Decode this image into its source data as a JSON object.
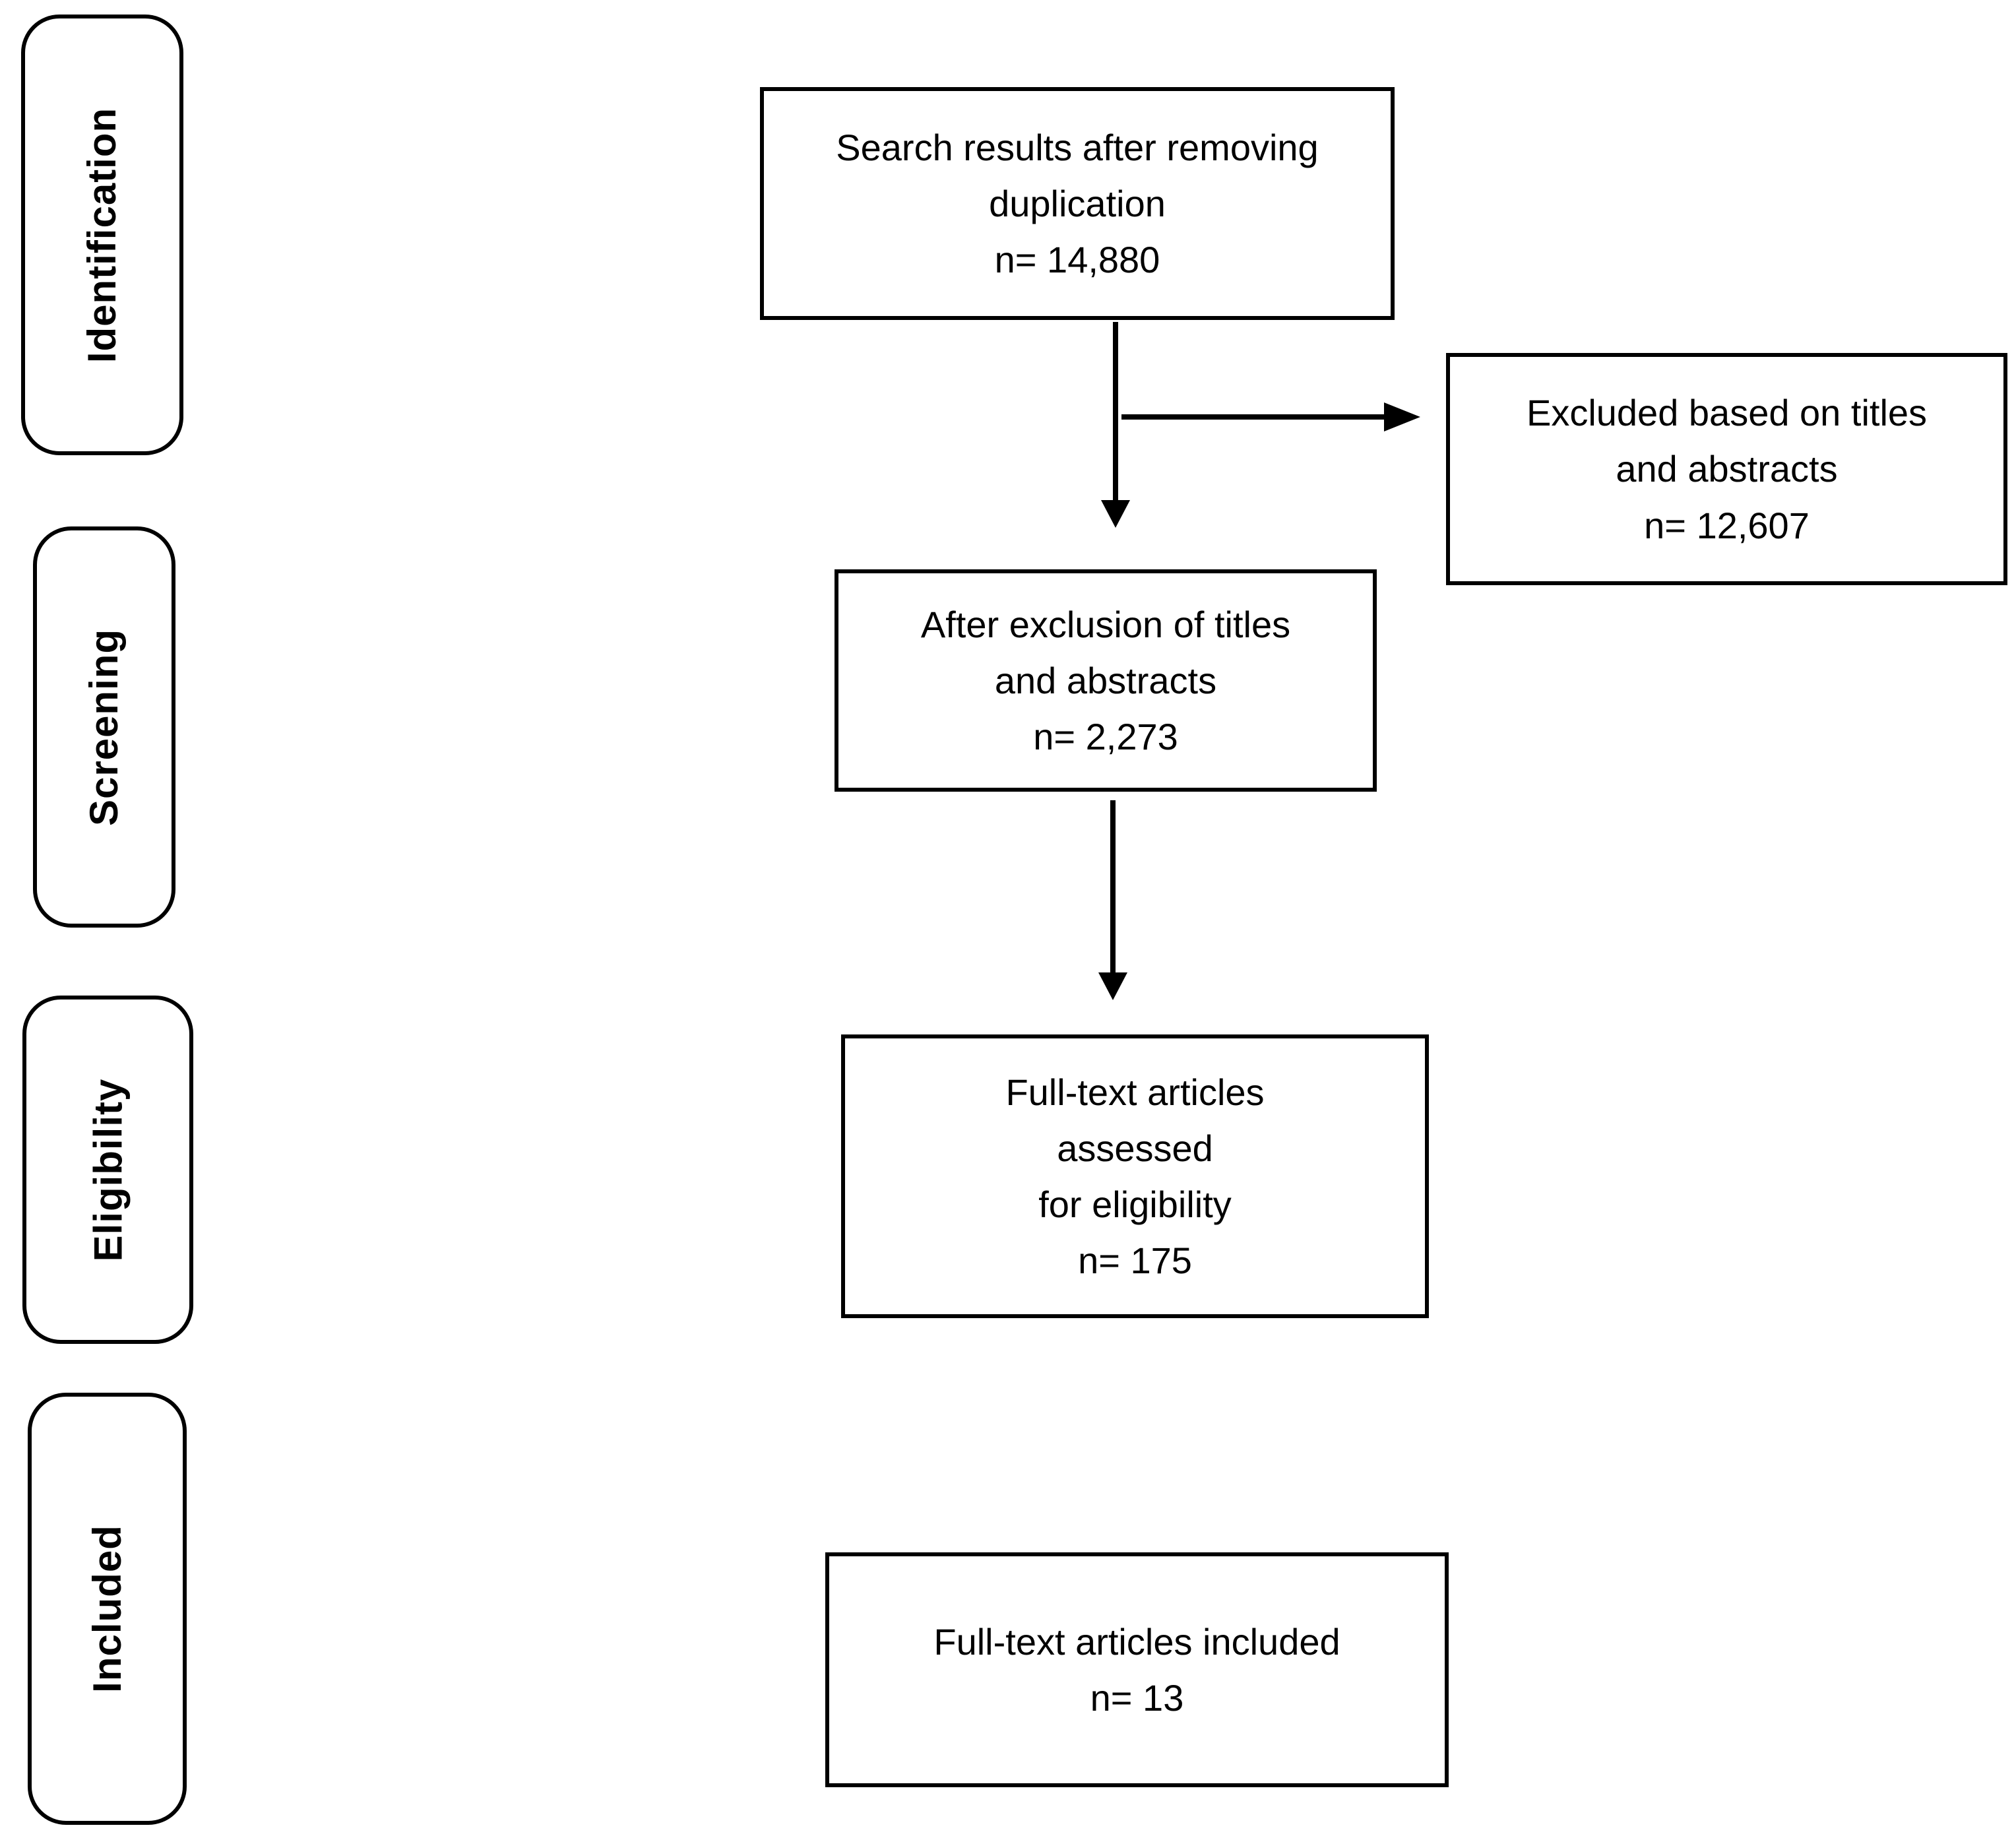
{
  "figure": {
    "type": "prisma_flow_diagram",
    "background_color": "#ffffff",
    "line_color": "#000000",
    "stage_labels": [
      {
        "label": "Identification"
      },
      {
        "label": "Screening"
      },
      {
        "label": "Eligibility"
      },
      {
        "label": "Included"
      }
    ],
    "flow_boxes": [
      {
        "name": "search-results",
        "text": "Search results after removing\nduplication\nn= 14,880"
      },
      {
        "name": "after-exclusion",
        "text": "After exclusion of titles\nand abstracts\nn= 2,273"
      },
      {
        "name": "full-text-assessed",
        "text": "Full-text articles\nassessed\nfor eligibility\nn= 175"
      },
      {
        "name": "full-text-included",
        "text": "Full-text articles included\nn= 13"
      }
    ],
    "side_box": {
      "name": "excluded",
      "text": "Excluded based on titles\nand abstracts\nn= 12,607"
    },
    "counts": {
      "search_results": "14,880",
      "excluded_titles_abstracts": "12,607",
      "after_exclusion": "2,273",
      "full_text_assessed": "175",
      "full_text_included": "13"
    }
  }
}
